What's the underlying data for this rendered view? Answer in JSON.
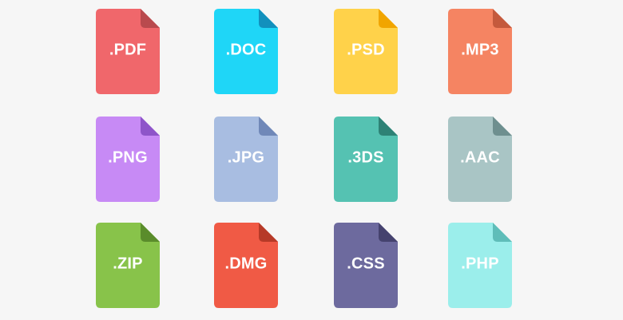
{
  "file_icons": [
    {
      "label": ".PDF",
      "color": "#f0676b",
      "fold_color": "#b94a4e"
    },
    {
      "label": ".DOC",
      "color": "#1fd6f7",
      "fold_color": "#1290bd"
    },
    {
      "label": ".PSD",
      "color": "#ffd24a",
      "fold_color": "#f1a500"
    },
    {
      "label": ".MP3",
      "color": "#f58462",
      "fold_color": "#c45a3d"
    },
    {
      "label": ".PNG",
      "color": "#c78af5",
      "fold_color": "#8e55c9"
    },
    {
      "label": ".JPG",
      "color": "#a8bde1",
      "fold_color": "#7088b8"
    },
    {
      "label": ".3DS",
      "color": "#55c2b2",
      "fold_color": "#2e8276"
    },
    {
      "label": ".AAC",
      "color": "#a9c5c5",
      "fold_color": "#6e8f8f"
    },
    {
      "label": ".ZIP",
      "color": "#88c34a",
      "fold_color": "#5a8c2b"
    },
    {
      "label": ".DMG",
      "color": "#f05a45",
      "fold_color": "#b63a28"
    },
    {
      "label": ".CSS",
      "color": "#6d6a9e",
      "fold_color": "#45426e"
    },
    {
      "label": ".PHP",
      "color": "#9beeeb",
      "fold_color": "#5fbdb9"
    }
  ]
}
